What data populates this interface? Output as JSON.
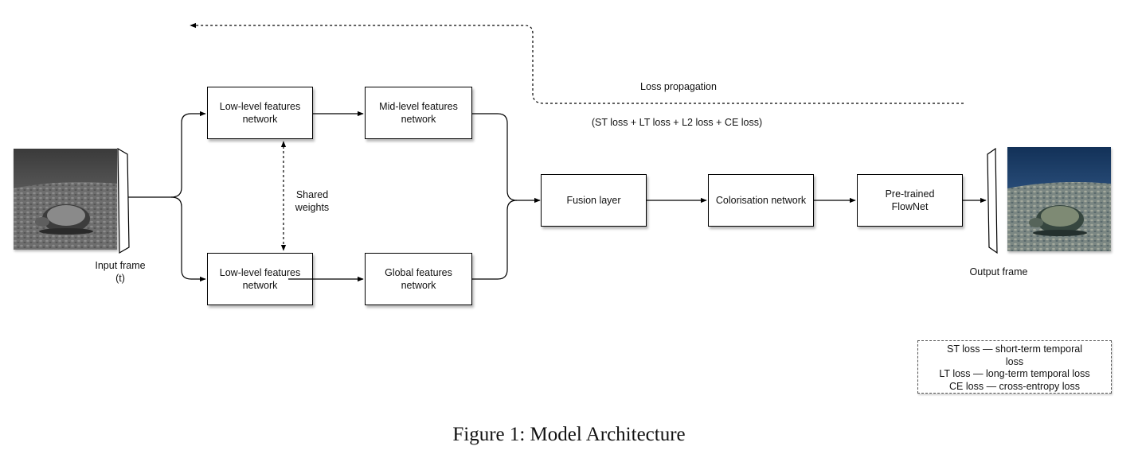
{
  "input": {
    "label_line1": "Input frame",
    "label_line2": "(t)"
  },
  "output": {
    "label": "Output frame"
  },
  "nodes": {
    "low_level_top": [
      "Low-level features",
      "network"
    ],
    "mid_level": [
      "Mid-level features",
      "network"
    ],
    "low_level_bottom": [
      "Low-level features",
      "network"
    ],
    "global": [
      "Global features",
      "network"
    ],
    "fusion": [
      "Fusion layer"
    ],
    "colorisation": [
      "Colorisation network"
    ],
    "flownet": [
      "Pre-trained",
      "FlowNet"
    ]
  },
  "shared_weights": [
    "Shared",
    "weights"
  ],
  "loss": {
    "title": "Loss propagation",
    "formula": "(ST loss + LT loss + L2 loss + CE loss)"
  },
  "legend": {
    "items": [
      "ST loss — short-term temporal",
      "loss",
      "LT loss — long-term temporal loss",
      "CE loss — cross-entropy loss"
    ]
  },
  "caption": "Figure 1: Model Architecture",
  "colors": {
    "line": "#000000",
    "grayscale_water": "#4a4a4a",
    "color_water": "#1f3d6b",
    "color_seabed": "#7d8a86"
  },
  "icons": {
    "input_image": "grayscale-turtle-photo",
    "output_image": "colorised-turtle-photo"
  }
}
